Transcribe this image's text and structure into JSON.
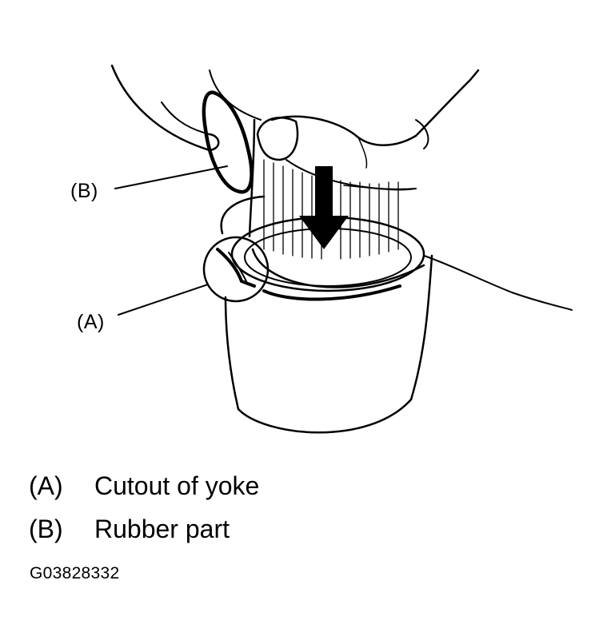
{
  "callouts": {
    "b": "(B)",
    "a": "(A)"
  },
  "legend": [
    {
      "key": "(A)",
      "text": "Cutout of yoke"
    },
    {
      "key": "(B)",
      "text": "Rubber part"
    }
  ],
  "figure_id": "G03828332"
}
